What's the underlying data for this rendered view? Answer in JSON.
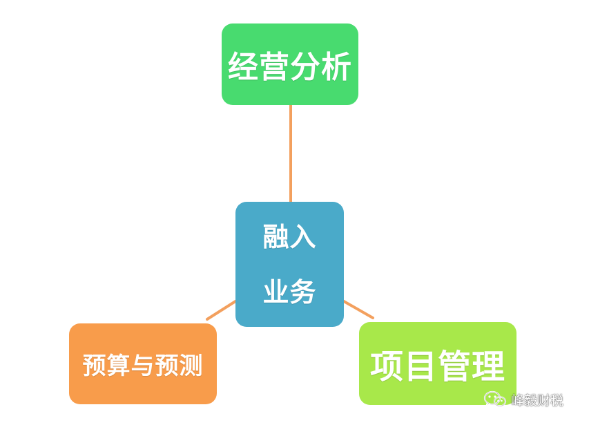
{
  "nodes": {
    "top": {
      "label": "经营分析",
      "color": "#48db6f"
    },
    "center": {
      "line1": "融入",
      "line2": "业务",
      "color": "#4aaac9"
    },
    "left": {
      "label": "预算与预测",
      "color": "#f89c4b"
    },
    "right": {
      "label": "项目管理",
      "color": "#a8e84a"
    }
  },
  "connector_color": "#f3a05e",
  "watermark": {
    "text": "峰毅财税",
    "icon": "wechat-icon"
  }
}
